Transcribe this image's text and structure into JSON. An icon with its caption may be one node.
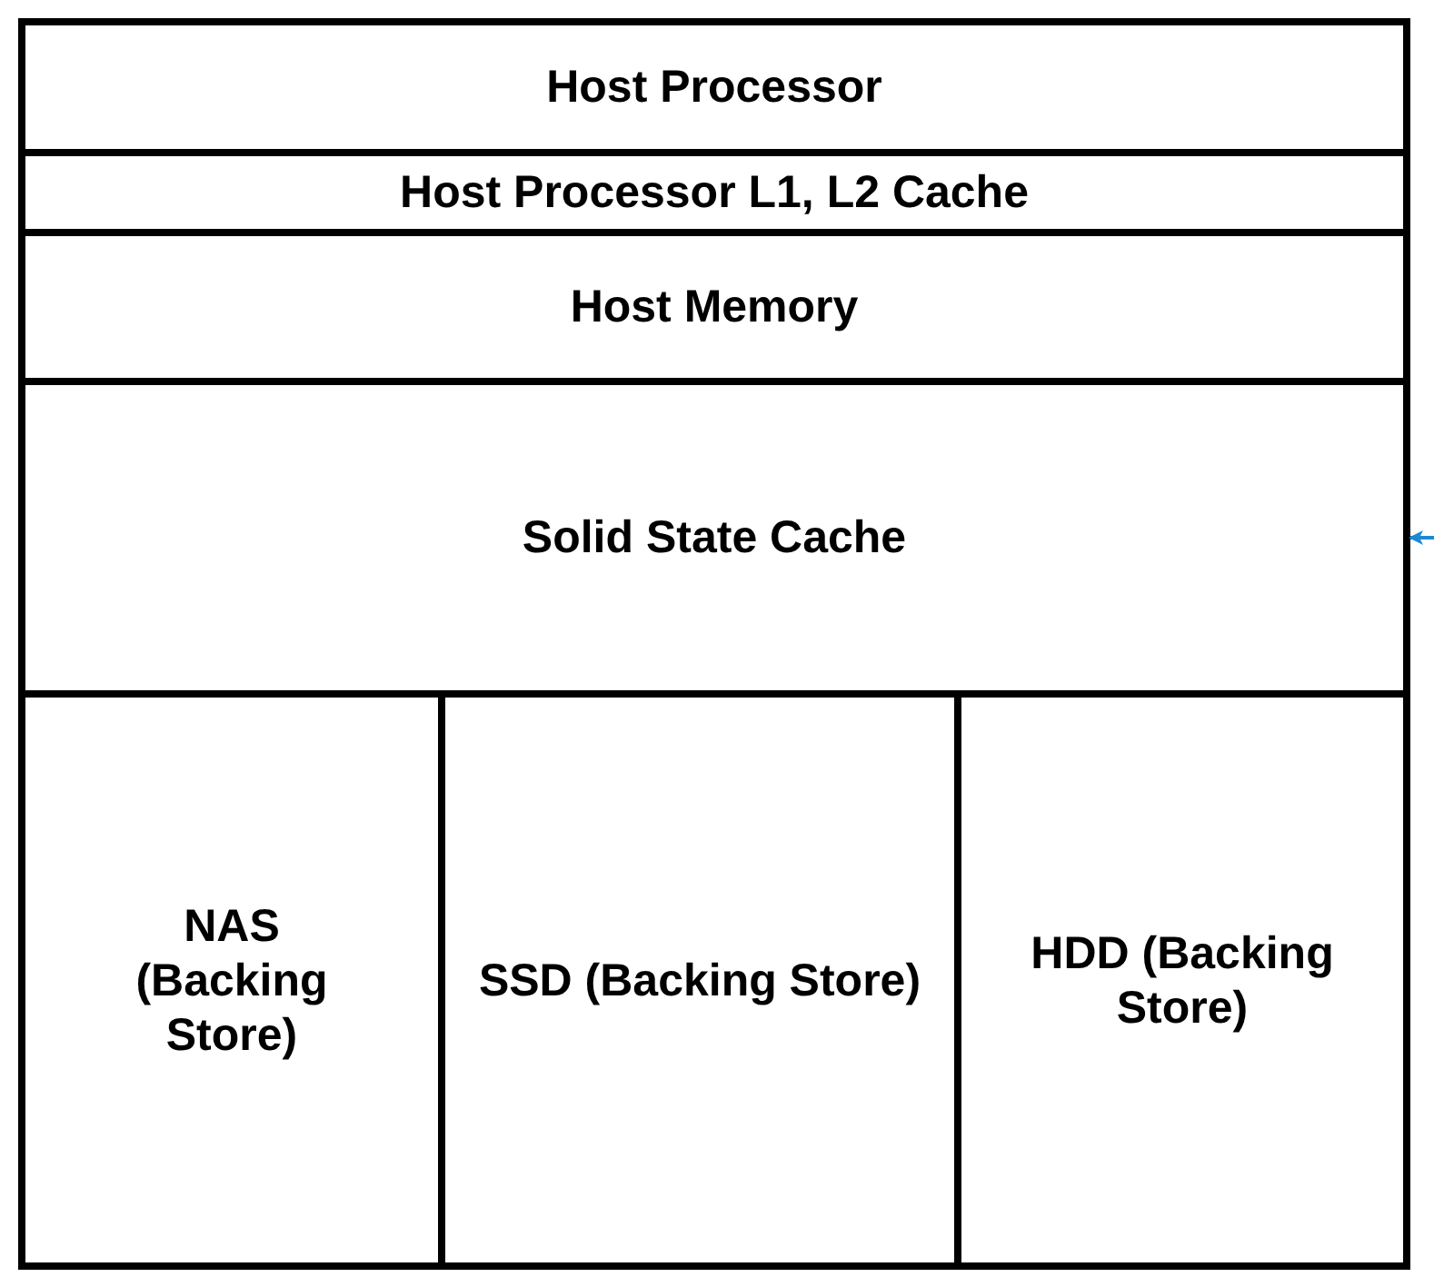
{
  "diagram": {
    "nodes": [
      {
        "text": [
          "Host Processor"
        ]
      },
      {
        "text": [
          "Host Processor L1, L2 Cache"
        ]
      },
      {
        "text": [
          "Host Memory"
        ]
      },
      {
        "text": [
          "Solid State Cache"
        ]
      },
      {
        "text": [
          "NAS (Backing Store)"
        ]
      },
      {
        "text": [
          "SSD (Backing Store)"
        ]
      },
      {
        "text": [
          "HDD (Backing Store)"
        ]
      }
    ],
    "edges": [
      {
        "from": null,
        "to": 3,
        "arrow": "to",
        "color": "#1b8ad3"
      }
    ]
  }
}
